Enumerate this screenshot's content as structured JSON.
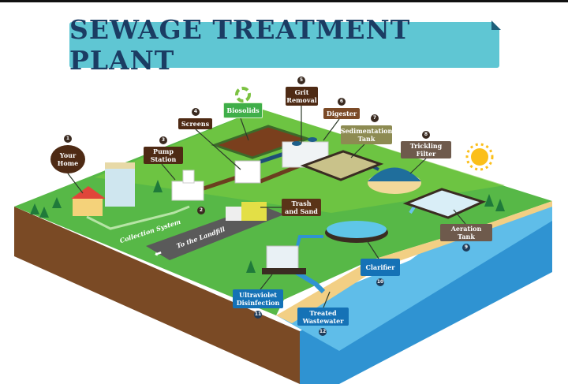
{
  "title": "SEWAGE TREATMENT PLANT",
  "steps": [
    {
      "num": "1",
      "label": "Your Home"
    },
    {
      "num": "2",
      "label": "Collection System"
    },
    {
      "num": "3",
      "label": "Pump Station"
    },
    {
      "num": "4",
      "label": "Screens"
    },
    {
      "num": "5",
      "label": "Grit Removal"
    },
    {
      "num": "6",
      "label": "Digester"
    },
    {
      "num": "7",
      "label": "Sedimentation Tank"
    },
    {
      "num": "8",
      "label": "Trickling Filter"
    },
    {
      "num": "9",
      "label": "Aeration Tank"
    },
    {
      "num": "10",
      "label": "Clarifier"
    },
    {
      "num": "11",
      "label": "Ultraviolet Disinfection"
    },
    {
      "num": "12",
      "label": "Treated Wastewater"
    }
  ],
  "extra": {
    "biosolids": "Biosolids",
    "trash": "Trash and Sand",
    "landfill": "To the Landfill"
  },
  "colors": {
    "banner": "#5fc6d3",
    "title": "#1b3c63",
    "grass": "#57b847",
    "soil": "#7a4a25",
    "water": "#3aa6e0"
  }
}
